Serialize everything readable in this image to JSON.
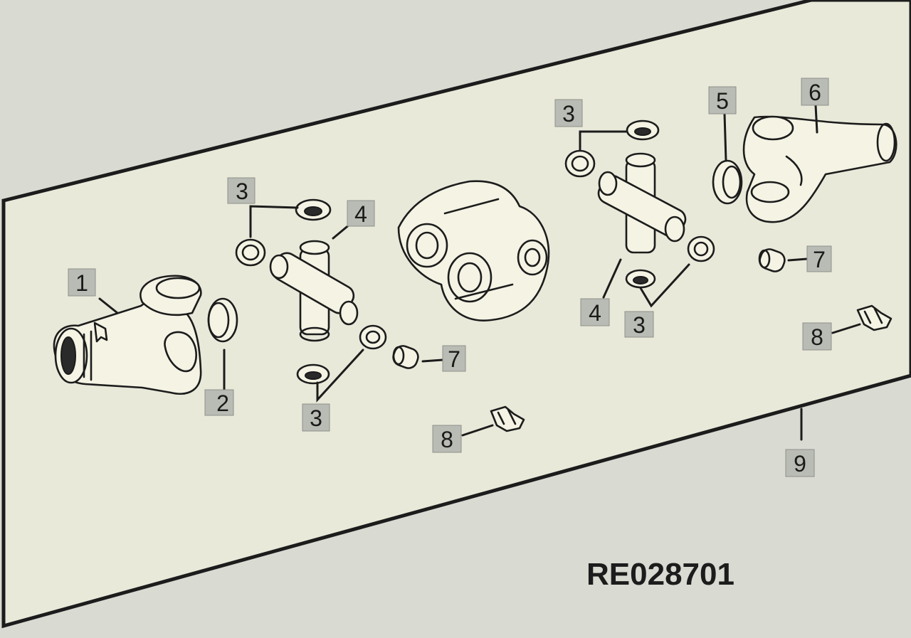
{
  "callouts": {
    "c1": "1",
    "c2": "2",
    "c3a": "3",
    "c3b": "3",
    "c3c": "3",
    "c3d": "3",
    "c4a": "4",
    "c4b": "4",
    "c5": "5",
    "c6": "6",
    "c7a": "7",
    "c7b": "7",
    "c8a": "8",
    "c8b": "8",
    "c9": "9"
  },
  "reference_code": "RE028701",
  "colors": {
    "background": "#d9dad2",
    "panel": "#e9e9da",
    "line": "#1c1c1c",
    "callout_box": "#b9bcb4"
  }
}
